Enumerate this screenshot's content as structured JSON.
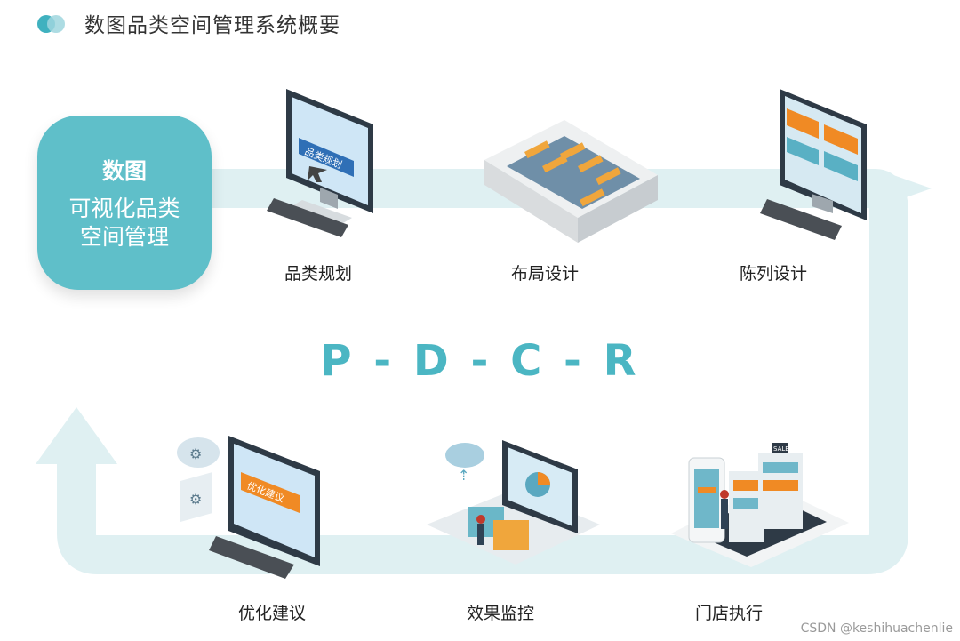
{
  "header": {
    "title": "数图品类空间管理系统概要"
  },
  "hub": {
    "title": "数图",
    "line1": "可视化品类",
    "line2": "空间管理"
  },
  "cycle_label": "P - D - C - R",
  "steps": [
    {
      "label": "品类规划",
      "screen_text": "品类规划"
    },
    {
      "label": "布局设计"
    },
    {
      "label": "陈列设计"
    },
    {
      "label": "优化建议",
      "screen_text": "优化建议"
    },
    {
      "label": "效果监控"
    },
    {
      "label": "门店执行",
      "sign_text": "SALE"
    }
  ],
  "watermark": "CSDN @keshihuachenlie",
  "colors": {
    "accent": "#4bb6c3",
    "hub": "#5fbfc9",
    "flow": "#dff0f2",
    "orange": "#f08a24"
  }
}
